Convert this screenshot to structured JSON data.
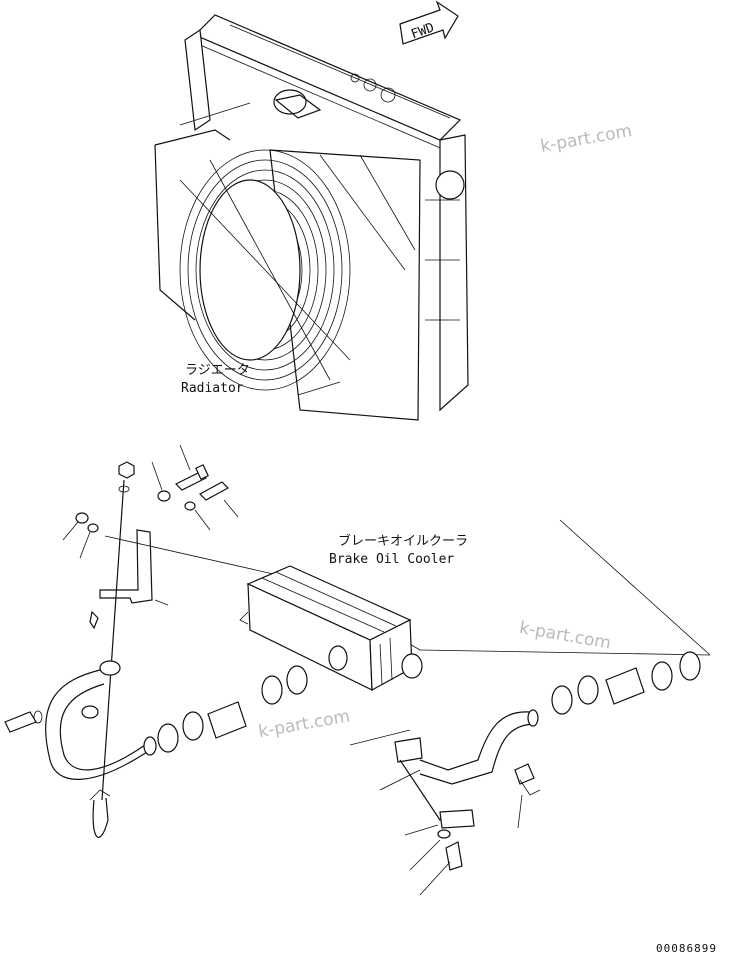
{
  "labels": {
    "radiator_jp": "ラジエータ",
    "radiator_en": "Radiator",
    "cooler_jp": "ブレーキオイルクーラ",
    "cooler_en": "Brake Oil Cooler",
    "fwd": "FWD"
  },
  "watermarks": [
    "k-part.com",
    "k-part.com",
    "k-part.com"
  ],
  "drawing_number": "00086899"
}
